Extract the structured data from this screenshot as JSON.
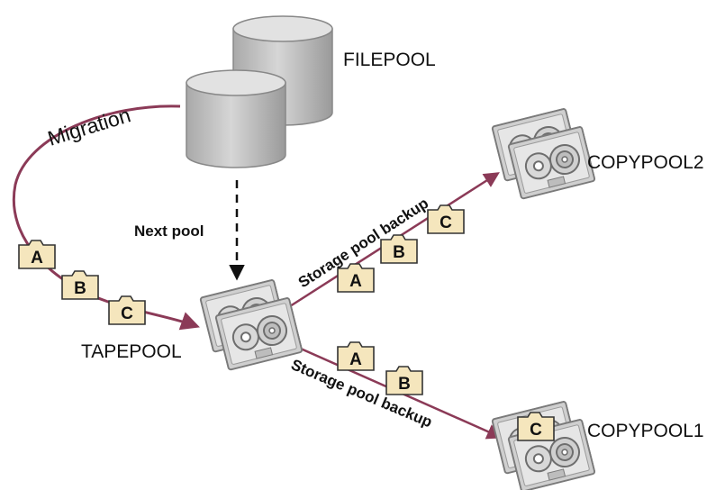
{
  "colors": {
    "arrow": "#8b3a57",
    "dashed": "#111111",
    "folder_fill": "#f5e6bd",
    "folder_stroke": "#333333",
    "disk_light": "#d9d9d9",
    "disk_mid": "#b8b8b8",
    "disk_dark": "#999999",
    "tape_fill": "#cfcfcf",
    "tape_stroke": "#7a7a7a"
  },
  "labels": {
    "filepool": "FILEPOOL",
    "tapepool": "TAPEPOOL",
    "copypool2": "COPYPOOL2",
    "copypool1": "COPYPOOL1",
    "migration": "Migration",
    "next_pool": "Next pool",
    "backup_upper": "Storage pool backup",
    "backup_lower": "Storage pool backup"
  },
  "folders": {
    "migration": [
      "A",
      "B",
      "C"
    ],
    "to_copypool2": [
      "A",
      "B",
      "C"
    ],
    "to_copypool1": [
      "A",
      "B"
    ],
    "in_copypool1": [
      "C"
    ]
  },
  "icons": {
    "disk": "cylinder-disk-icon",
    "tape": "tape-cartridge-icon",
    "folder": "folder-icon"
  }
}
